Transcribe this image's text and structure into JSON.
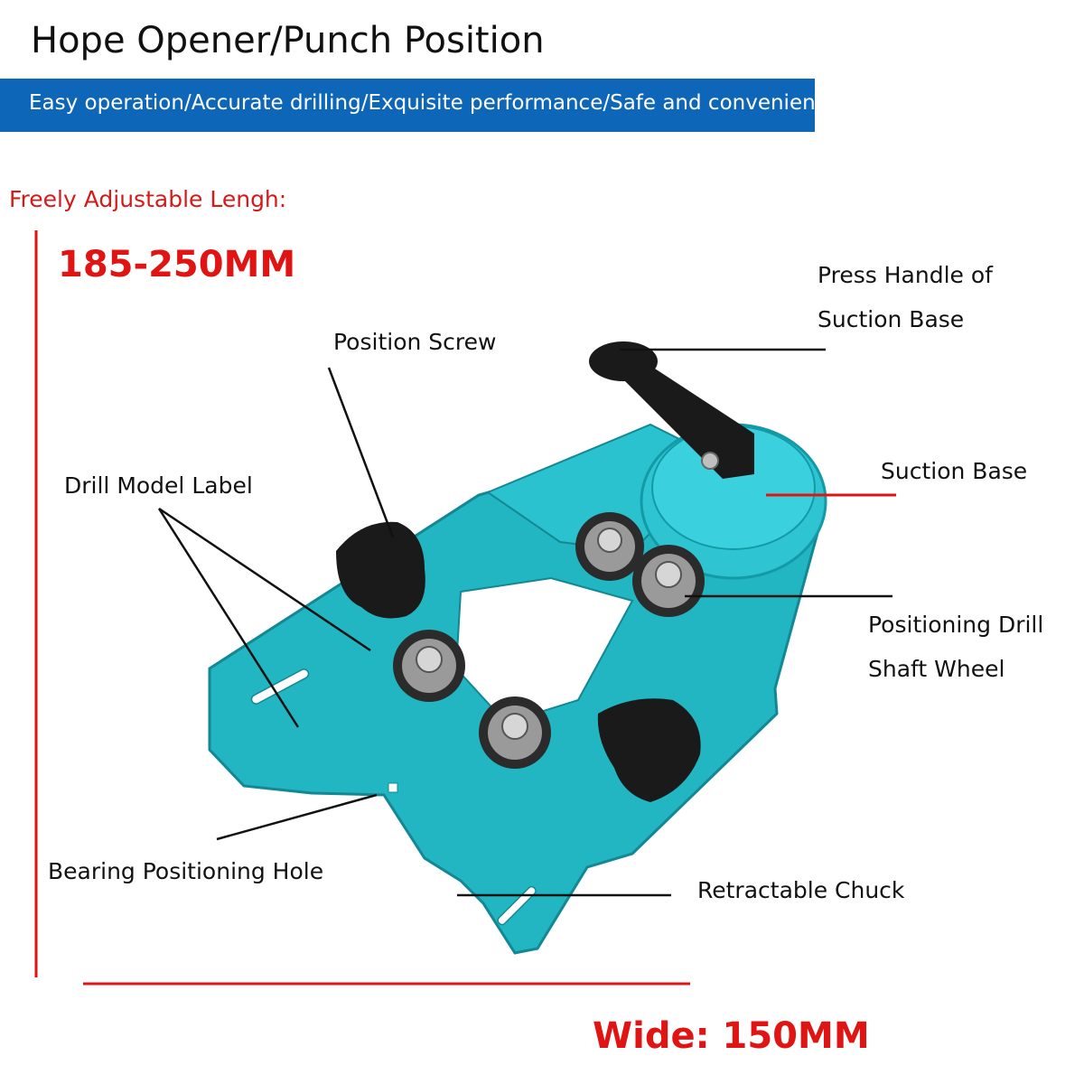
{
  "header": {
    "title": "Hope Opener/Punch Position",
    "banner_text": "Easy operation/Accurate drilling/Exquisite performance/Safe and convenient"
  },
  "dimensions": {
    "length_label": "Freely Adjustable Lengh:",
    "length_value": "185-250MM",
    "width_label": "Wide: 150MM"
  },
  "labels": {
    "press_handle_line1": "Press Handle of",
    "press_handle_line2": "Suction Base",
    "position_screw": "Position Screw",
    "drill_model_label": "Drill Model Label",
    "suction_base": "Suction Base",
    "positioning_wheel_line1": "Positioning Drill",
    "positioning_wheel_line2": "Shaft Wheel",
    "bearing_hole": "Bearing Positioning Hole",
    "retractable_chuck": "Retractable Chuck"
  },
  "colors": {
    "banner": "#0d66b8",
    "accent_red": "#e11414",
    "jig_body": "#22b5c2",
    "knob": "#1a1a1a"
  },
  "icons": [
    "drill-jig-illustration",
    "suction-cup-icon",
    "knob-icon",
    "bearing-wheel-icon"
  ]
}
